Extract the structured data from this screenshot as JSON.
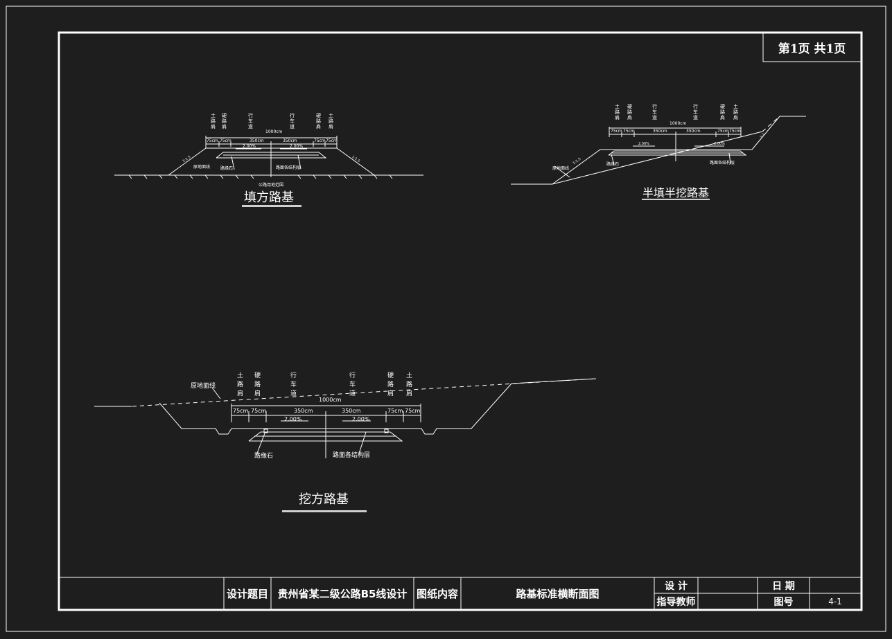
{
  "page_indicator": "第1页 共1页",
  "title_block": {
    "design_topic_label": "设计题目",
    "design_topic_value": "贵州省某二级公路B5线设计",
    "drawing_content_label": "图纸内容",
    "drawing_content_value": "路基标准横断面图",
    "design_label": "设 计",
    "advisor_label": "指导教师",
    "date_label": "日 期",
    "drawing_no_label": "图号",
    "drawing_no_value": "4-1"
  },
  "sections": {
    "fill": {
      "caption": "填方路基",
      "col_labels": [
        "土\n路\n肩",
        "硬\n路\n肩",
        "行\n车\n道",
        "行\n车\n道",
        "硬\n路\n肩",
        "土\n路\n肩"
      ],
      "total_width": "1000cm",
      "widths": [
        "75cm",
        "75cm",
        "350cm",
        "350cm",
        "75cm",
        "75cm"
      ],
      "slopes": [
        "2.00%",
        "2.00%"
      ],
      "side_slopes": [
        "1:1.5",
        "1:1.5"
      ],
      "callouts": [
        "原地面线",
        "路缘石",
        "路面各结构层"
      ],
      "bottom_note": "公路用地范围"
    },
    "half": {
      "caption": "半填半挖路基",
      "col_labels": [
        "土\n路\n肩",
        "硬\n路\n肩",
        "行\n车\n道",
        "行\n车\n道",
        "硬\n路\n肩",
        "土\n路\n肩"
      ],
      "total_width": "1000cm",
      "widths": [
        "75cm",
        "75cm",
        "350cm",
        "350cm",
        "75cm",
        "75cm"
      ],
      "slopes": [
        "2.00%",
        "2.00%"
      ],
      "side_slopes": [
        "1:1.5",
        "1:1"
      ],
      "callouts": [
        "原地面线",
        "路缘石",
        "路面各结构层"
      ]
    },
    "cut": {
      "caption": "挖方路基",
      "col_labels": [
        "土\n路\n肩",
        "硬\n路\n肩",
        "行\n车\n道",
        "行\n车\n道",
        "硬\n路\n肩",
        "土\n路\n肩"
      ],
      "total_width": "1000cm",
      "widths": [
        "75cm",
        "75cm",
        "350cm",
        "350cm",
        "75cm",
        "75cm"
      ],
      "slopes": [
        "2.00%",
        "2.00%"
      ],
      "callouts": [
        "原地面线",
        "路缘石",
        "路面各结构层"
      ]
    }
  }
}
